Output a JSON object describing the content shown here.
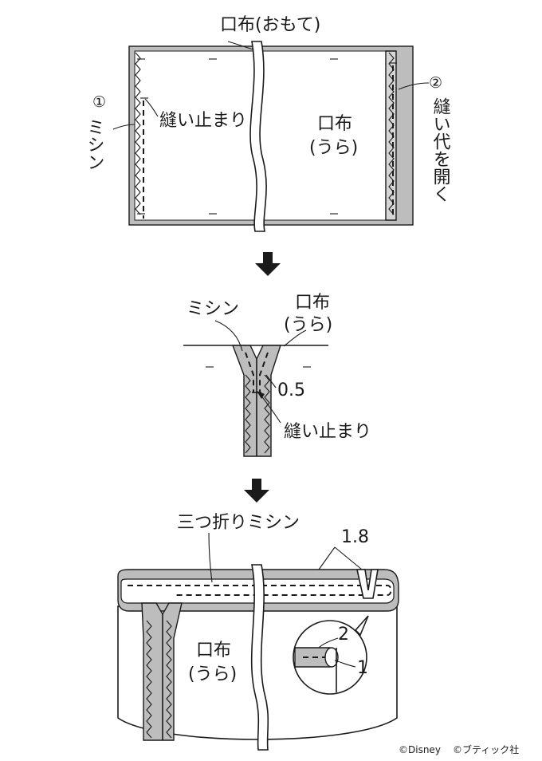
{
  "labels": {
    "fabric_front": "口布(おもて)",
    "step1_machine_num": "①",
    "step1_machine": "ミシン",
    "stitch_stop": "縫い止まり",
    "fabric_back_line1": "口布",
    "fabric_back_line2": "(うら)",
    "step2_num": "②",
    "step2_open": "縫い代を開く",
    "machine": "ミシン",
    "seam_width": "0.5",
    "triple_fold": "三つ折りミシン",
    "fold_width": "1.8",
    "inset_num_2": "2",
    "inset_num_1": "1"
  },
  "copyright": {
    "disney": "©Disney",
    "boutique": "©ブティック社"
  },
  "colors": {
    "line": "#1a1a1a",
    "seam_allowance": "#bdbdbd",
    "background": "#ffffff"
  }
}
